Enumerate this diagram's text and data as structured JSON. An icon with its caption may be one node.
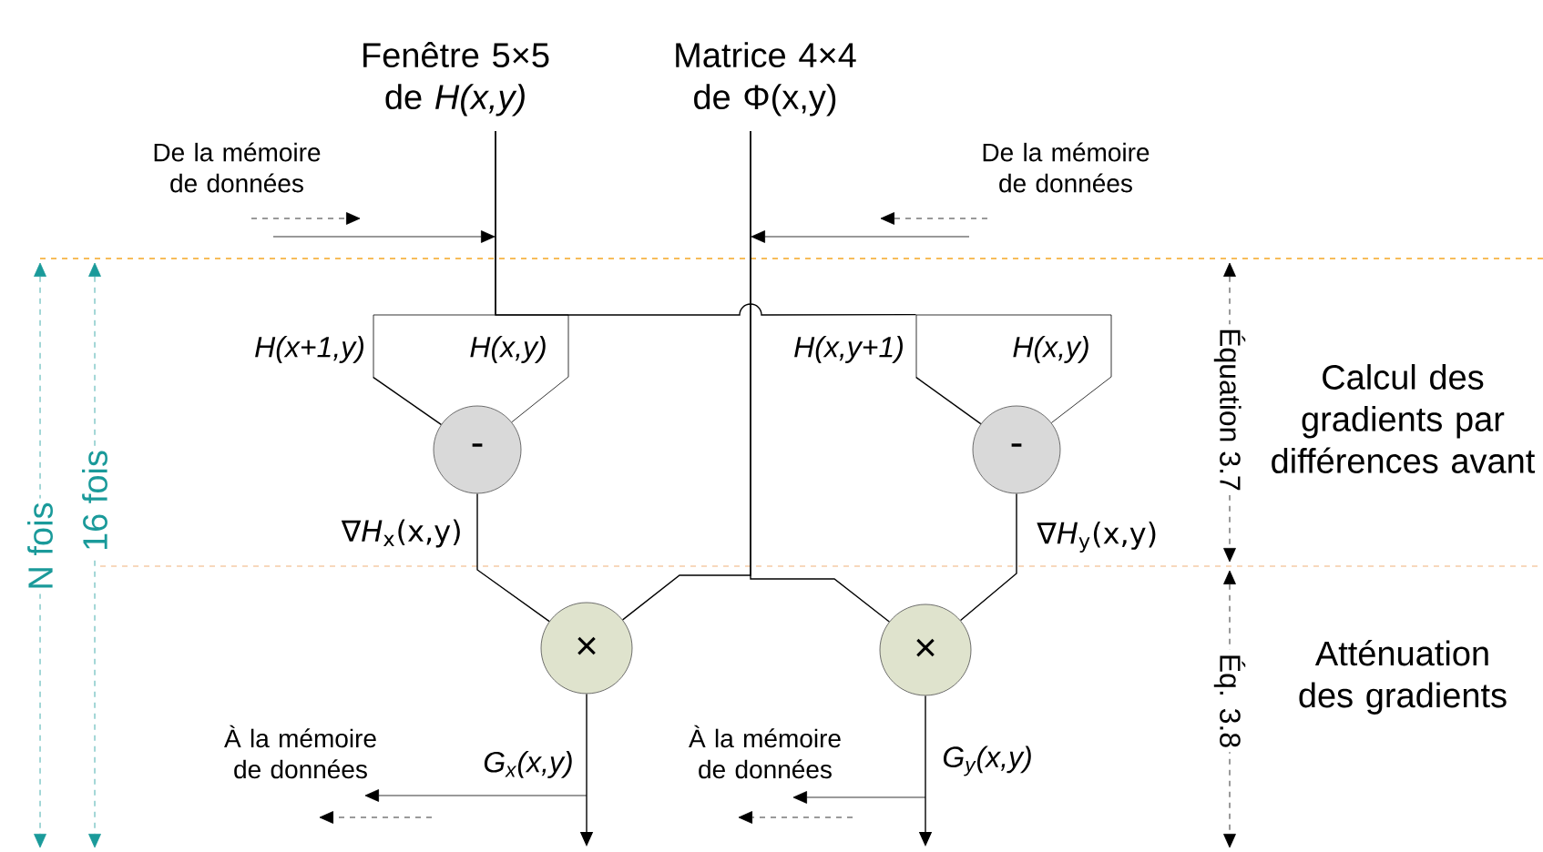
{
  "diagram": {
    "nodes": [
      {
        "text": [
          "Fenêtre 5×5 de *H(x,y)*"
        ]
      },
      {
        "text": [
          "Matrice 4×4 de Φ(x,y)"
        ]
      },
      {
        "text": [
          "H(x+1,y)",
          "H(x,y)"
        ]
      },
      {
        "text": [
          "H(x,y+1)",
          "H(x,y)"
        ]
      },
      {
        "text": [
          "-"
        ]
      },
      {
        "text": [
          "-"
        ]
      },
      {
        "text": [
          "×"
        ]
      },
      {
        "text": [
          "×"
        ]
      }
    ],
    "edges": [
      {
        "from": 0,
        "to": 2,
        "arrow": "none"
      },
      {
        "from": 0,
        "to": 3,
        "arrow": "none"
      },
      {
        "from": 2,
        "to": 4,
        "arrow": "none"
      },
      {
        "from": 3,
        "to": 5,
        "arrow": "none"
      },
      {
        "from": 1,
        "to": 6,
        "arrow": "none"
      },
      {
        "from": 1,
        "to": 7,
        "arrow": "none"
      },
      {
        "from": 4,
        "to": 6,
        "arrow": "none",
        "label": "∇*H*$_{x}$(x,y)"
      },
      {
        "from": 5,
        "to": 7,
        "arrow": "none",
        "label": "∇*H*$_{y}$(x,y)"
      },
      {
        "from": 6,
        "to": null,
        "arrow": "to",
        "label": "G$_{x}$(x,y)"
      },
      {
        "from": 7,
        "to": null,
        "arrow": "to",
        "label": "G$_{y}$(x,y)"
      }
    ],
    "labels": [
      "De la mémoire de données",
      "De la mémoire de données",
      "À la mémoire de données",
      "À la mémoire de données",
      "N fois",
      "16 fois",
      "Équation 3.7",
      "Éq. 3.8",
      "Calcul des gradients par différences avant",
      "Atténuation des gradients"
    ]
  }
}
